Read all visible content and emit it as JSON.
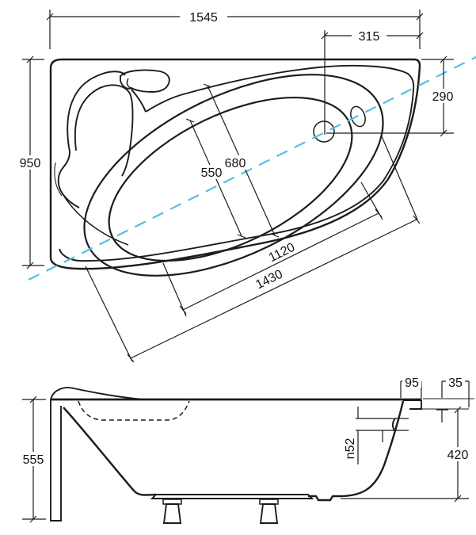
{
  "colors": {
    "line": "#1c1c1c",
    "accent": "#55bee8",
    "background": "#ffffff"
  },
  "top_view": {
    "overall_length": "1545",
    "tap_edge_offset": "315",
    "drain_edge_offset": "290",
    "overall_width": "950",
    "basin_inner_width": "550",
    "basin_rim_width": "680",
    "basin_inner_length": "1120",
    "basin_rim_length": "1430"
  },
  "side_view": {
    "rim_overhang": "95",
    "rim_lip_height": "35",
    "body_height": "420",
    "total_height": "555",
    "overflow_diameter": "n52"
  }
}
